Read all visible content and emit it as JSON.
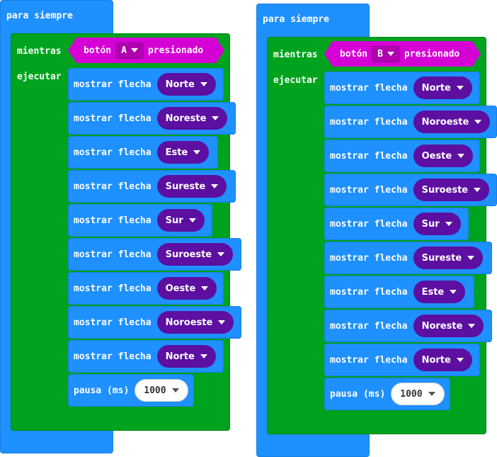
{
  "left": {
    "forever_label": "para siempre",
    "while_label": "mientras",
    "do_label": "ejecutar",
    "button_label": "botón",
    "button_value": "A",
    "pressed_label": "presionado",
    "arrow_label": "mostrar flecha",
    "arrows": [
      "Norte",
      "Noreste",
      "Este",
      "Sureste",
      "Sur",
      "Suroeste",
      "Oeste",
      "Noroeste",
      "Norte"
    ],
    "pause_label": "pausa (ms)",
    "pause_value": "1000"
  },
  "right": {
    "forever_label": "para siempre",
    "while_label": "mientras",
    "do_label": "ejecutar",
    "button_label": "botón",
    "button_value": "B",
    "pressed_label": "presionado",
    "arrow_label": "mostrar flecha",
    "arrows": [
      "Norte",
      "Noroeste",
      "Oeste",
      "Suroeste",
      "Sur",
      "Sureste",
      "Este",
      "Noreste",
      "Norte"
    ],
    "pause_label": "pausa (ms)",
    "pause_value": "1000"
  }
}
